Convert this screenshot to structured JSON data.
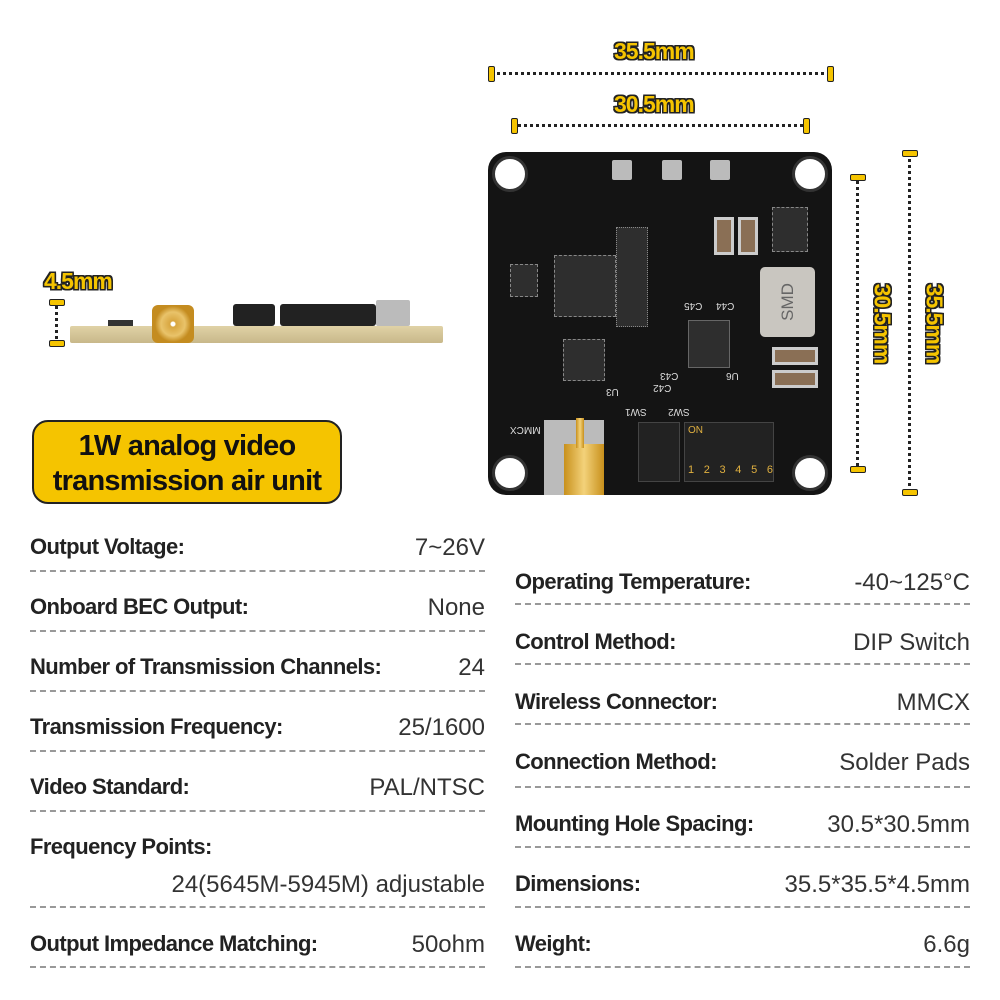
{
  "dimensions": {
    "width_outer": "35.5mm",
    "width_holes": "30.5mm",
    "height_holes": "30.5mm",
    "height_outer": "35.5mm",
    "thickness": "4.5mm"
  },
  "board_labels": {
    "inductor": "SMD",
    "connector": "MMCX",
    "sw1": "SW1",
    "sw2": "SW2",
    "on": "ON",
    "u3": "U3",
    "u6": "U6",
    "c42": "C42",
    "c43": "C43",
    "c44": "C44",
    "c45": "C45",
    "dip_numbers": [
      "1",
      "2",
      "3",
      "4",
      "5",
      "6"
    ]
  },
  "title_badge": {
    "line1": "1W analog video",
    "line2": "transmission air unit"
  },
  "colors": {
    "accent": "#f5c400",
    "board": "#141414"
  },
  "specs_left": [
    {
      "label": "Output Voltage:",
      "value": "7~26V"
    },
    {
      "label": "Onboard BEC Output:",
      "value": "None"
    },
    {
      "label": "Number of Transmission Channels:",
      "value": "24"
    },
    {
      "label": "Transmission Frequency:",
      "value": "25/1600"
    },
    {
      "label": "Video Standard:",
      "value": "PAL/NTSC"
    },
    {
      "label": "Frequency Points:",
      "value": "24(5645M-5945M) adjustable"
    },
    {
      "label": "Output Impedance Matching:",
      "value": "50ohm"
    }
  ],
  "specs_right": [
    {
      "label": "Operating Temperature:",
      "value": "-40~125°C"
    },
    {
      "label": "Control Method:",
      "value": "DIP Switch"
    },
    {
      "label": "Wireless Connector:",
      "value": "MMCX"
    },
    {
      "label": "Connection Method:",
      "value": "Solder Pads"
    },
    {
      "label": "Mounting Hole Spacing:",
      "value": "30.5*30.5mm"
    },
    {
      "label": "Dimensions:",
      "value": "35.5*35.5*4.5mm"
    },
    {
      "label": "Weight:",
      "value": "6.6g"
    }
  ]
}
